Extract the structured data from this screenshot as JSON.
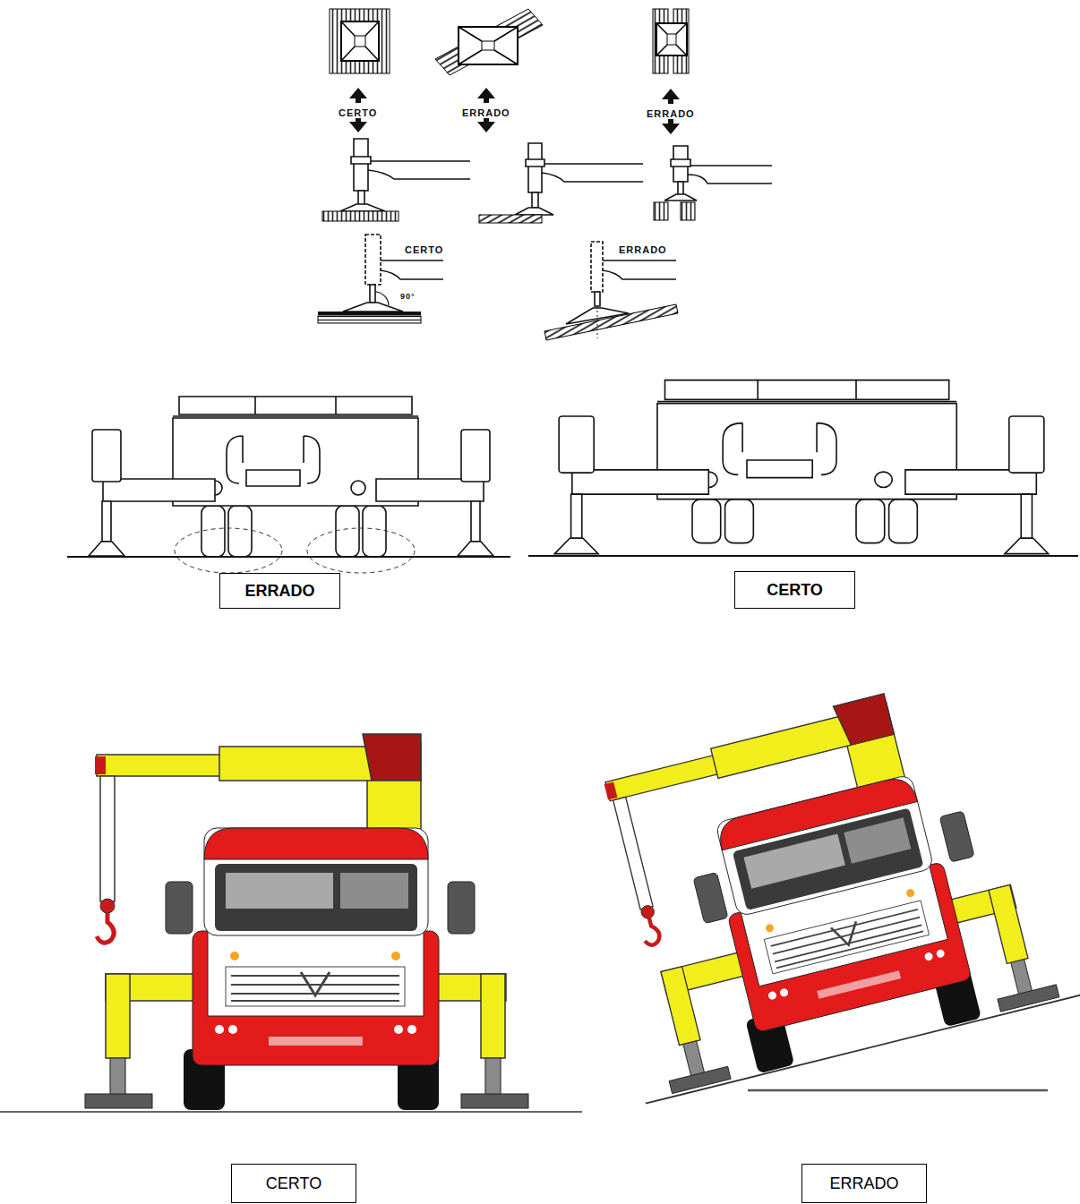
{
  "diagram": {
    "nodes": [
      {
        "text": [
          "ERRADO"
        ]
      },
      {
        "text": [
          "CERTO"
        ]
      },
      {
        "text": [
          "CERTO"
        ]
      },
      {
        "text": [
          "ERRADO"
        ]
      }
    ],
    "labels": [
      "CERTO",
      "ERRADO",
      "ERRADO",
      "CERTO",
      "90°",
      "ERRADO"
    ]
  }
}
